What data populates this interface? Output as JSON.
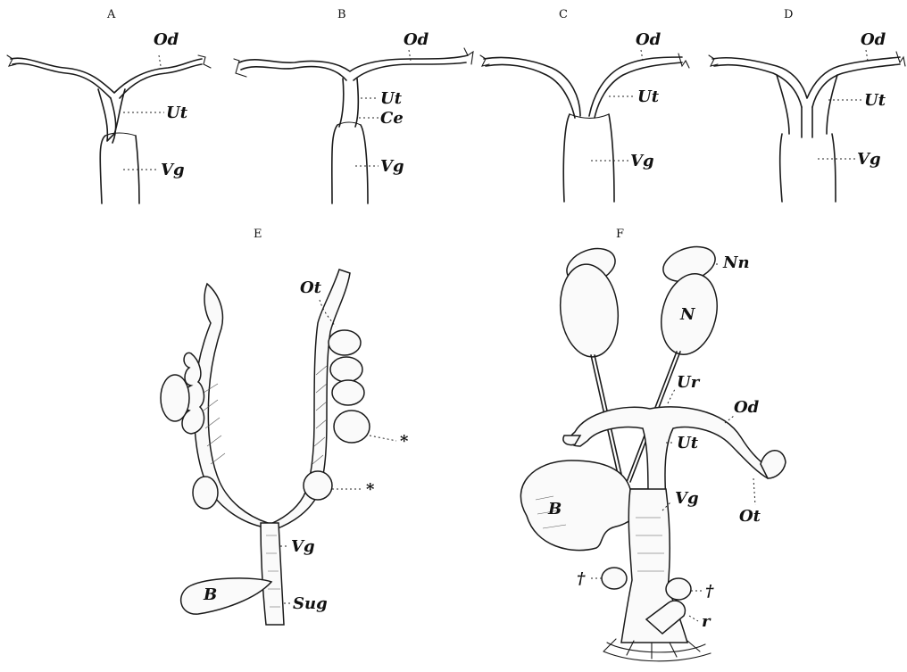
{
  "panels": {
    "A": {
      "title": "A",
      "labels": {
        "od": "Od",
        "ut": "Ut",
        "vg": "Vg"
      }
    },
    "B": {
      "title": "B",
      "labels": {
        "od": "Od",
        "ut": "Ut",
        "ce": "Ce",
        "vg": "Vg"
      }
    },
    "C": {
      "title": "C",
      "labels": {
        "od": "Od",
        "ut": "Ut",
        "vg": "Vg"
      }
    },
    "D": {
      "title": "D",
      "labels": {
        "od": "Od",
        "ut": "Ut",
        "vg": "Vg"
      }
    },
    "E": {
      "title": "E",
      "labels": {
        "ot": "Ot",
        "star1": "*",
        "star2": "*",
        "vg": "Vg",
        "b": "B",
        "sug": "Sug"
      }
    },
    "F": {
      "title": "F",
      "labels": {
        "nn": "Nn",
        "n": "N",
        "ur": "Ur",
        "od": "Od",
        "ut": "Ut",
        "vg": "Vg",
        "ot": "Ot",
        "b": "B",
        "dag1": "†",
        "dag2": "†",
        "r": "r"
      }
    }
  }
}
